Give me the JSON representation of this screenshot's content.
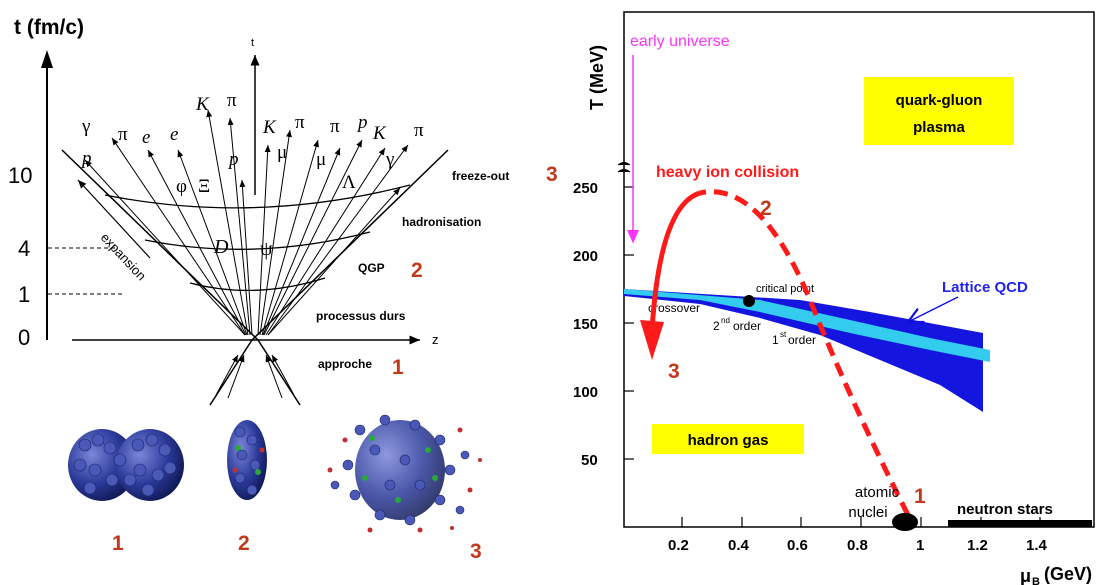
{
  "left": {
    "y_axis_title": "t (fm/c)",
    "y_ticks": [
      "10",
      "4",
      "1",
      "0"
    ],
    "top_axis_label": "t",
    "z_label": "z",
    "expansion_label": "expansion",
    "stage_labels": [
      "freeze-out",
      "hadronisation",
      "QGP",
      "processus durs",
      "approche"
    ],
    "stage_numbers": [
      "3",
      "2",
      "1"
    ],
    "particles": [
      "γ",
      "π",
      "e",
      "e",
      "p",
      "φ",
      "Ξ",
      "p",
      "K",
      "π",
      "K",
      "μ",
      "π",
      "μ",
      "π",
      "p",
      "K",
      "π",
      "Λ",
      "γ"
    ],
    "inner_labels": [
      "D",
      "ψ"
    ],
    "bottom_numbers": [
      "1",
      "2",
      "3"
    ]
  },
  "right": {
    "y_axis_label": "T (MeV)",
    "x_axis_label": "μB (GeV)",
    "x_axis_label_main": "μ",
    "x_axis_label_sub": "B",
    "x_axis_label_unit": "(GeV)",
    "x_ticks": [
      "0.2",
      "0.4",
      "0.6",
      "0.8",
      "1",
      "1.2",
      "1.4"
    ],
    "y_ticks": [
      "250",
      "200",
      "150",
      "100",
      "50"
    ],
    "early_universe": "early universe",
    "qgp_box": [
      "quark-gluon",
      "plasma"
    ],
    "heavy_ion": "heavy ion collision",
    "hadron_gas": "hadron gas",
    "lattice_qcd": "Lattice QCD",
    "critical_point": "critical point",
    "crossover": "crossover",
    "second_order": [
      "2",
      "nd",
      " order"
    ],
    "first_order": [
      "1",
      "st",
      " order"
    ],
    "atomic_nuclei": [
      "atomic",
      "nuclei"
    ],
    "neutron_stars": "neutron stars",
    "path_numbers": [
      "2",
      "3",
      "1"
    ]
  },
  "colors": {
    "red": "#ff1a1a",
    "darkred": "#c0391b",
    "magenta": "#ff33ff",
    "blue": "#1111dd",
    "cyan": "#33ccee",
    "yellow": "#ffff00",
    "lattice_label": "#2222ee"
  }
}
